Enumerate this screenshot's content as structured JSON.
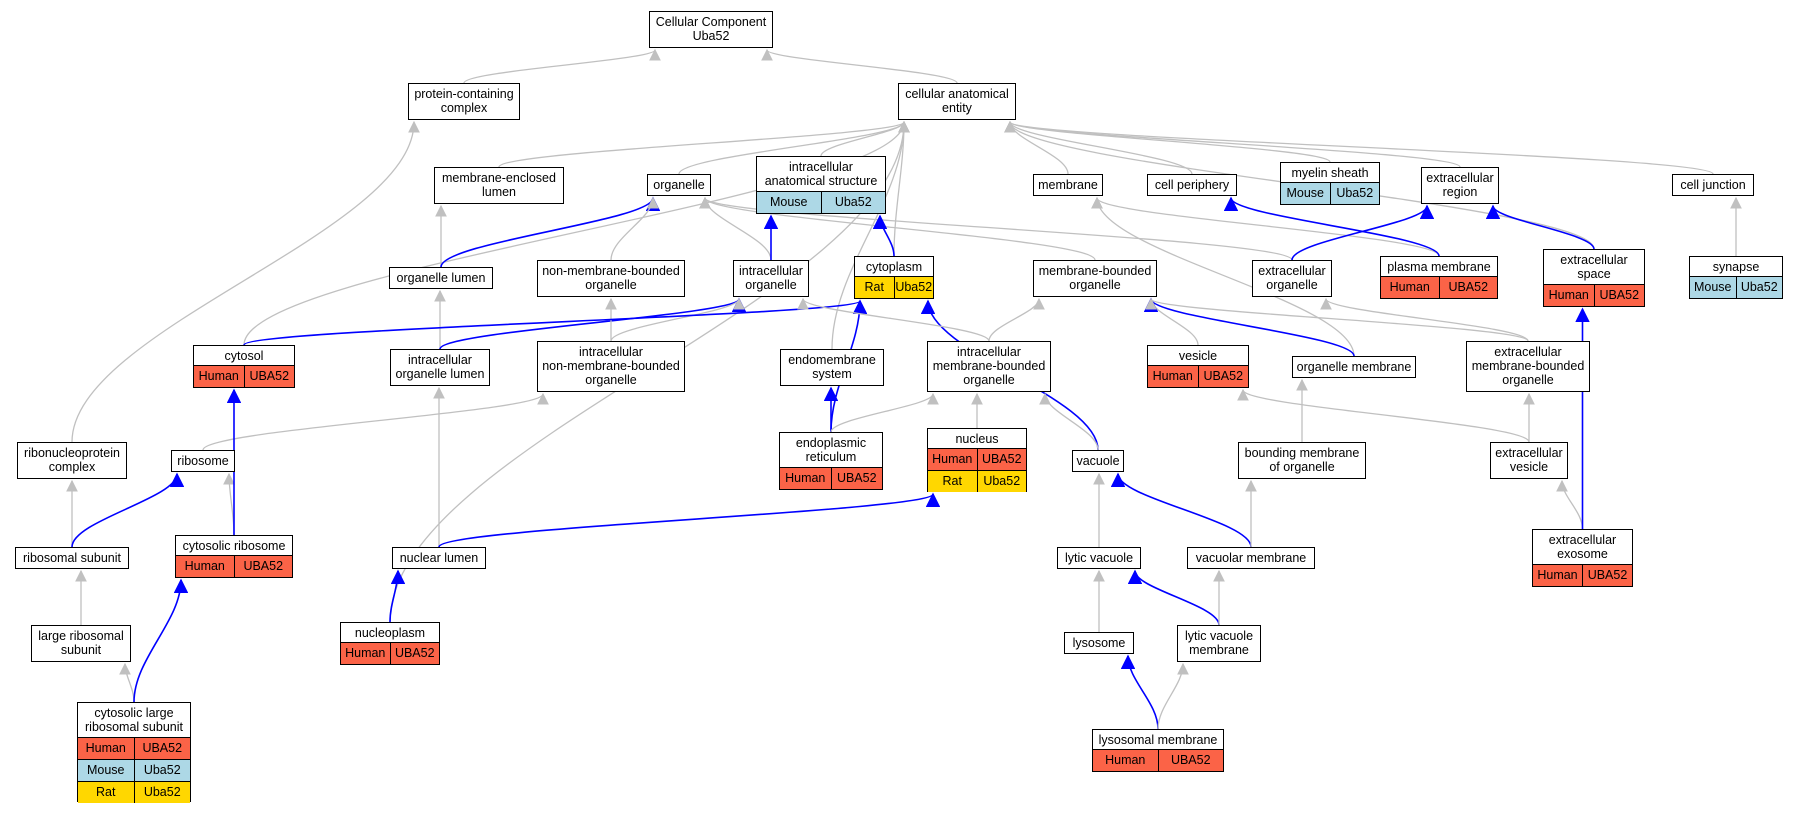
{
  "graph": {
    "colors": {
      "is_a": "#c0c0c0",
      "part_of": "#0000ff",
      "Human": "#fb6347",
      "Mouse": "#add8e6",
      "Rat": "#ffd700"
    },
    "nodes": [
      {
        "id": "root",
        "label": "Cellular Component\nUba52",
        "annotations": []
      },
      {
        "id": "pcc",
        "label": "protein-containing\ncomplex",
        "annotations": []
      },
      {
        "id": "cae",
        "label": "cellular anatomical\nentity",
        "annotations": []
      },
      {
        "id": "mel",
        "label": "membrane-enclosed\nlumen",
        "annotations": []
      },
      {
        "id": "organelle",
        "label": "organelle",
        "annotations": []
      },
      {
        "id": "ias",
        "label": "intracellular\nanatomical structure",
        "annotations": [
          [
            "Mouse",
            "Uba52"
          ]
        ]
      },
      {
        "id": "membrane",
        "label": "membrane",
        "annotations": []
      },
      {
        "id": "cellper",
        "label": "cell periphery",
        "annotations": []
      },
      {
        "id": "myelin",
        "label": "myelin sheath",
        "annotations": [
          [
            "Mouse",
            "Uba52"
          ]
        ]
      },
      {
        "id": "extreg",
        "label": "extracellular\nregion",
        "annotations": []
      },
      {
        "id": "celljunc",
        "label": "cell junction",
        "annotations": []
      },
      {
        "id": "orglumen",
        "label": "organelle lumen",
        "annotations": []
      },
      {
        "id": "nmbo",
        "label": "non-membrane-bounded\norganelle",
        "annotations": []
      },
      {
        "id": "intorg",
        "label": "intracellular\norganelle",
        "annotations": []
      },
      {
        "id": "cytoplasm",
        "label": "cytoplasm",
        "annotations": [
          [
            "Rat",
            "Uba52"
          ]
        ]
      },
      {
        "id": "mbo",
        "label": "membrane-bounded\norganelle",
        "annotations": []
      },
      {
        "id": "extorg",
        "label": "extracellular\norganelle",
        "annotations": []
      },
      {
        "id": "plasmamem",
        "label": "plasma membrane",
        "annotations": [
          [
            "Human",
            "UBA52"
          ]
        ]
      },
      {
        "id": "extspace",
        "label": "extracellular\nspace",
        "annotations": [
          [
            "Human",
            "UBA52"
          ]
        ]
      },
      {
        "id": "synapse",
        "label": "synapse",
        "annotations": [
          [
            "Mouse",
            "Uba52"
          ]
        ]
      },
      {
        "id": "cytosol",
        "label": "cytosol",
        "annotations": [
          [
            "Human",
            "UBA52"
          ]
        ]
      },
      {
        "id": "iol",
        "label": "intracellular\norganelle lumen",
        "annotations": []
      },
      {
        "id": "inmbo",
        "label": "intracellular\nnon-membrane-bounded\norganelle",
        "annotations": []
      },
      {
        "id": "endomem",
        "label": "endomembrane\nsystem",
        "annotations": []
      },
      {
        "id": "imbo",
        "label": "intracellular\nmembrane-bounded\norganelle",
        "annotations": []
      },
      {
        "id": "vesicle",
        "label": "vesicle",
        "annotations": [
          [
            "Human",
            "UBA52"
          ]
        ]
      },
      {
        "id": "orgmem",
        "label": "organelle membrane",
        "annotations": []
      },
      {
        "id": "embo",
        "label": "extracellular\nmembrane-bounded\norganelle",
        "annotations": []
      },
      {
        "id": "rnp",
        "label": "ribonucleoprotein\ncomplex",
        "annotations": []
      },
      {
        "id": "ribosome",
        "label": "ribosome",
        "annotations": []
      },
      {
        "id": "er",
        "label": "endoplasmic\nreticulum",
        "annotations": [
          [
            "Human",
            "UBA52"
          ]
        ]
      },
      {
        "id": "nucleus",
        "label": "nucleus",
        "annotations": [
          [
            "Human",
            "UBA52"
          ],
          [
            "Rat",
            "Uba52"
          ]
        ]
      },
      {
        "id": "vacuole",
        "label": "vacuole",
        "annotations": []
      },
      {
        "id": "bmo",
        "label": "bounding membrane\nof organelle",
        "annotations": []
      },
      {
        "id": "extves",
        "label": "extracellular\nvesicle",
        "annotations": []
      },
      {
        "id": "cytribo",
        "label": "cytosolic ribosome",
        "annotations": [
          [
            "Human",
            "UBA52"
          ]
        ]
      },
      {
        "id": "ribsub",
        "label": "ribosomal subunit",
        "annotations": []
      },
      {
        "id": "nuclumen",
        "label": "nuclear lumen",
        "annotations": []
      },
      {
        "id": "lytvac",
        "label": "lytic vacuole",
        "annotations": []
      },
      {
        "id": "vacmem",
        "label": "vacuolar membrane",
        "annotations": []
      },
      {
        "id": "exosome",
        "label": "extracellular\nexosome",
        "annotations": [
          [
            "Human",
            "UBA52"
          ]
        ]
      },
      {
        "id": "lrs",
        "label": "large ribosomal\nsubunit",
        "annotations": []
      },
      {
        "id": "nucleoplasm",
        "label": "nucleoplasm",
        "annotations": [
          [
            "Human",
            "UBA52"
          ]
        ]
      },
      {
        "id": "lysosome",
        "label": "lysosome",
        "annotations": []
      },
      {
        "id": "lvm",
        "label": "lytic vacuole\nmembrane",
        "annotations": []
      },
      {
        "id": "clrs",
        "label": "cytosolic large\nribosomal subunit",
        "annotations": [
          [
            "Human",
            "UBA52"
          ],
          [
            "Mouse",
            "Uba52"
          ],
          [
            "Rat",
            "Uba52"
          ]
        ]
      },
      {
        "id": "lysmem",
        "label": "lysosomal membrane",
        "annotations": [
          [
            "Human",
            "UBA52"
          ]
        ]
      }
    ],
    "edges": [
      {
        "from": "pcc",
        "to": "root",
        "type": "is_a"
      },
      {
        "from": "cae",
        "to": "root",
        "type": "is_a"
      },
      {
        "from": "mel",
        "to": "cae",
        "type": "is_a"
      },
      {
        "from": "organelle",
        "to": "cae",
        "type": "is_a"
      },
      {
        "from": "ias",
        "to": "cae",
        "type": "is_a"
      },
      {
        "from": "membrane",
        "to": "cae",
        "type": "is_a"
      },
      {
        "from": "cellper",
        "to": "cae",
        "type": "is_a"
      },
      {
        "from": "myelin",
        "to": "cae",
        "type": "is_a"
      },
      {
        "from": "extreg",
        "to": "cae",
        "type": "is_a"
      },
      {
        "from": "celljunc",
        "to": "cae",
        "type": "is_a"
      },
      {
        "from": "cytosol",
        "to": "cae",
        "type": "is_a"
      },
      {
        "from": "nucleoplasm",
        "to": "cae",
        "type": "is_a"
      },
      {
        "from": "cytoplasm",
        "to": "cae",
        "type": "is_a"
      },
      {
        "from": "endomem",
        "to": "cae",
        "type": "is_a"
      },
      {
        "from": "extspace",
        "to": "cae",
        "type": "is_a"
      },
      {
        "from": "rnp",
        "to": "pcc",
        "type": "is_a"
      },
      {
        "from": "orglumen",
        "to": "mel",
        "type": "is_a"
      },
      {
        "from": "orglumen",
        "to": "organelle",
        "type": "part_of"
      },
      {
        "from": "nmbo",
        "to": "organelle",
        "type": "is_a"
      },
      {
        "from": "intorg",
        "to": "organelle",
        "type": "is_a"
      },
      {
        "from": "mbo",
        "to": "organelle",
        "type": "is_a"
      },
      {
        "from": "extorg",
        "to": "organelle",
        "type": "is_a"
      },
      {
        "from": "intorg",
        "to": "ias",
        "type": "part_of"
      },
      {
        "from": "cytoplasm",
        "to": "ias",
        "type": "part_of"
      },
      {
        "from": "orgmem",
        "to": "membrane",
        "type": "is_a"
      },
      {
        "from": "plasmamem",
        "to": "membrane",
        "type": "is_a"
      },
      {
        "from": "plasmamem",
        "to": "cellper",
        "type": "part_of"
      },
      {
        "from": "extorg",
        "to": "extreg",
        "type": "part_of"
      },
      {
        "from": "extspace",
        "to": "extreg",
        "type": "part_of"
      },
      {
        "from": "synapse",
        "to": "celljunc",
        "type": "is_a"
      },
      {
        "from": "iol",
        "to": "orglumen",
        "type": "is_a"
      },
      {
        "from": "iol",
        "to": "intorg",
        "type": "part_of"
      },
      {
        "from": "inmbo",
        "to": "nmbo",
        "type": "is_a"
      },
      {
        "from": "inmbo",
        "to": "intorg",
        "type": "is_a"
      },
      {
        "from": "cytosol",
        "to": "cytoplasm",
        "type": "part_of"
      },
      {
        "from": "er",
        "to": "cytoplasm",
        "type": "part_of"
      },
      {
        "from": "vacuole",
        "to": "cytoplasm",
        "type": "part_of"
      },
      {
        "from": "imbo",
        "to": "intorg",
        "type": "is_a"
      },
      {
        "from": "imbo",
        "to": "mbo",
        "type": "is_a"
      },
      {
        "from": "vesicle",
        "to": "mbo",
        "type": "is_a"
      },
      {
        "from": "orgmem",
        "to": "mbo",
        "type": "part_of"
      },
      {
        "from": "embo",
        "to": "mbo",
        "type": "is_a"
      },
      {
        "from": "embo",
        "to": "extorg",
        "type": "is_a"
      },
      {
        "from": "er",
        "to": "endomem",
        "type": "part_of"
      },
      {
        "from": "er",
        "to": "imbo",
        "type": "is_a"
      },
      {
        "from": "nucleus",
        "to": "imbo",
        "type": "is_a"
      },
      {
        "from": "vacuole",
        "to": "imbo",
        "type": "is_a"
      },
      {
        "from": "bmo",
        "to": "orgmem",
        "type": "is_a"
      },
      {
        "from": "extves",
        "to": "embo",
        "type": "is_a"
      },
      {
        "from": "extves",
        "to": "vesicle",
        "type": "is_a"
      },
      {
        "from": "ribosome",
        "to": "inmbo",
        "type": "is_a"
      },
      {
        "from": "ribsub",
        "to": "rnp",
        "type": "is_a"
      },
      {
        "from": "ribsub",
        "to": "ribosome",
        "type": "part_of"
      },
      {
        "from": "cytribo",
        "to": "ribosome",
        "type": "is_a"
      },
      {
        "from": "cytribo",
        "to": "cytosol",
        "type": "part_of"
      },
      {
        "from": "nuclumen",
        "to": "iol",
        "type": "is_a"
      },
      {
        "from": "nuclumen",
        "to": "nucleus",
        "type": "part_of"
      },
      {
        "from": "lytvac",
        "to": "vacuole",
        "type": "is_a"
      },
      {
        "from": "vacmem",
        "to": "vacuole",
        "type": "part_of"
      },
      {
        "from": "vacmem",
        "to": "bmo",
        "type": "is_a"
      },
      {
        "from": "exosome",
        "to": "extves",
        "type": "is_a"
      },
      {
        "from": "exosome",
        "to": "extspace",
        "type": "part_of"
      },
      {
        "from": "lrs",
        "to": "ribsub",
        "type": "is_a"
      },
      {
        "from": "nucleoplasm",
        "to": "nuclumen",
        "type": "part_of"
      },
      {
        "from": "lysosome",
        "to": "lytvac",
        "type": "is_a"
      },
      {
        "from": "lvm",
        "to": "lytvac",
        "type": "part_of"
      },
      {
        "from": "lvm",
        "to": "vacmem",
        "type": "is_a"
      },
      {
        "from": "clrs",
        "to": "lrs",
        "type": "is_a"
      },
      {
        "from": "clrs",
        "to": "cytribo",
        "type": "part_of"
      },
      {
        "from": "lysmem",
        "to": "lysosome",
        "type": "part_of"
      },
      {
        "from": "lysmem",
        "to": "lvm",
        "type": "is_a"
      }
    ]
  }
}
